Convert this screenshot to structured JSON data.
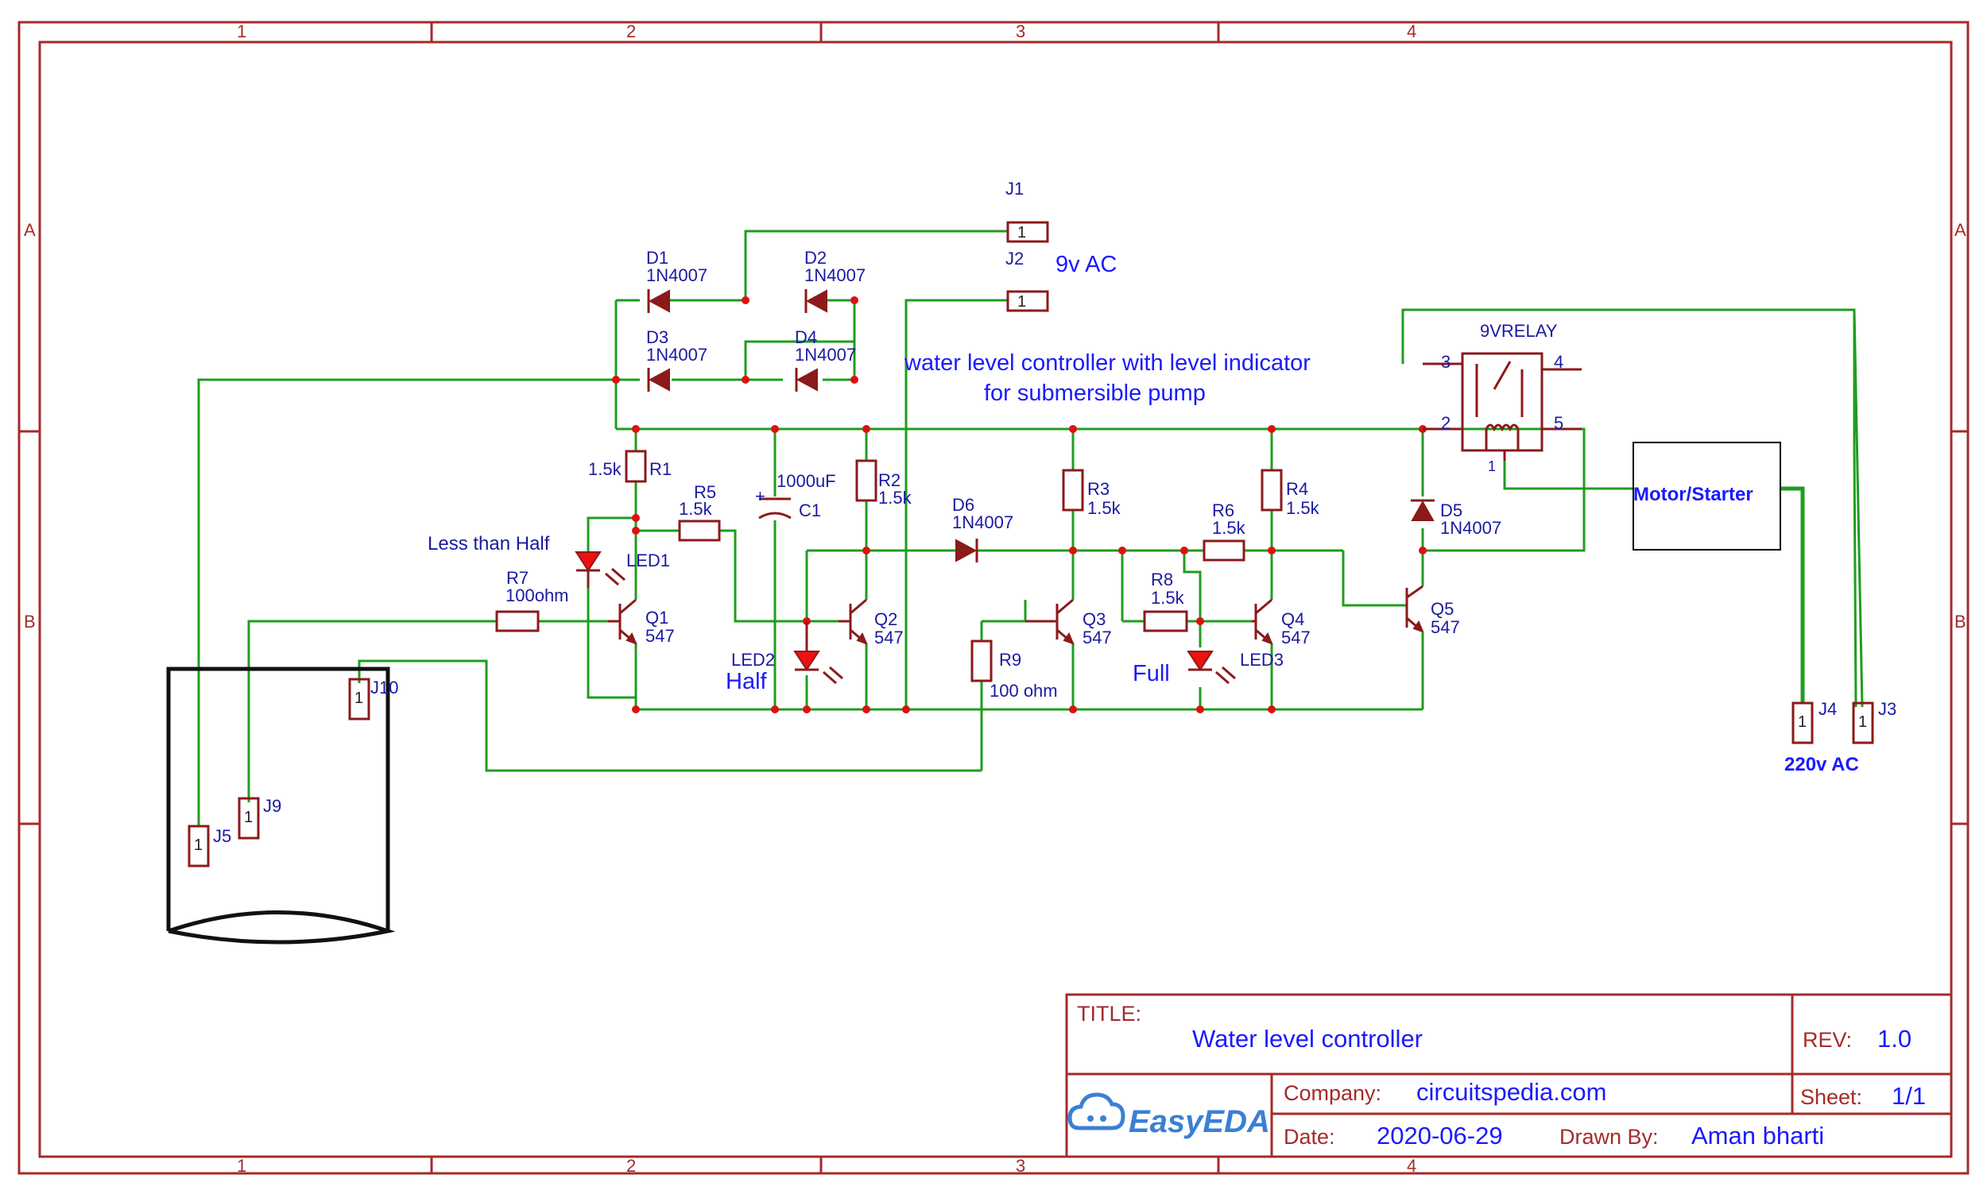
{
  "frame": {
    "columns": [
      "1",
      "2",
      "3",
      "4"
    ],
    "rows": [
      "A",
      "B"
    ]
  },
  "annotations": {
    "supply": "9v AC",
    "description_line1": "water level controller with level indicator",
    "description_line2": "for submersible pump",
    "less_than_half": "Less than Half",
    "half": "Half",
    "full": "Full",
    "mains": "220v AC"
  },
  "connectors": {
    "J1": "J1",
    "J2": "J2",
    "J3": "J3",
    "J4": "J4",
    "J5": "J5",
    "J9": "J9",
    "J10": "J10",
    "pin": "1"
  },
  "diodes": {
    "D1": {
      "ref": "D1",
      "value": "1N4007"
    },
    "D2": {
      "ref": "D2",
      "value": "1N4007"
    },
    "D3": {
      "ref": "D3",
      "value": "1N4007"
    },
    "D4": {
      "ref": "D4",
      "value": "1N4007"
    },
    "D5": {
      "ref": "D5",
      "value": "1N4007"
    },
    "D6": {
      "ref": "D6",
      "value": "1N4007"
    }
  },
  "resistors": {
    "R1": {
      "ref": "R1",
      "value": "1.5k"
    },
    "R2": {
      "ref": "R2",
      "value": "1.5k"
    },
    "R3": {
      "ref": "R3",
      "value": "1.5k"
    },
    "R4": {
      "ref": "R4",
      "value": "1.5k"
    },
    "R5": {
      "ref": "R5",
      "value": "1.5k"
    },
    "R6": {
      "ref": "R6",
      "value": "1.5k"
    },
    "R7": {
      "ref": "R7",
      "value": "100ohm"
    },
    "R8": {
      "ref": "R8",
      "value": "1.5k"
    },
    "R9": {
      "ref": "R9",
      "value": "100 ohm"
    }
  },
  "capacitor": {
    "ref": "C1",
    "value": "1000uF",
    "polarity": "+"
  },
  "transistors": {
    "Q1": {
      "ref": "Q1",
      "value": "547"
    },
    "Q2": {
      "ref": "Q2",
      "value": "547"
    },
    "Q3": {
      "ref": "Q3",
      "value": "547"
    },
    "Q4": {
      "ref": "Q4",
      "value": "547"
    },
    "Q5": {
      "ref": "Q5",
      "value": "547"
    }
  },
  "leds": {
    "LED1": "LED1",
    "LED2": "LED2",
    "LED3": "LED3"
  },
  "relay": {
    "name": "9VRELAY",
    "pins": {
      "p1": "1",
      "p2": "2",
      "p3": "3",
      "p4": "4",
      "p5": "5"
    }
  },
  "motor": {
    "label": "Motor/Starter"
  },
  "title_block": {
    "title_label": "TITLE:",
    "title": "Water level controller",
    "rev_label": "REV:",
    "rev": "1.0",
    "company_label": "Company:",
    "company": "circuitspedia.com",
    "sheet_label": "Sheet:",
    "sheet": "1/1",
    "date_label": "Date:",
    "date": "2020-06-29",
    "drawn_label": "Drawn By:",
    "drawn_by": "Aman bharti",
    "logo": "EasyEDA"
  },
  "colors": {
    "frame": "#a52a2a",
    "wire": "#1f9d1f",
    "component": "#8b1a1a",
    "text": "#1a1aff",
    "junction": "#dd1111"
  }
}
